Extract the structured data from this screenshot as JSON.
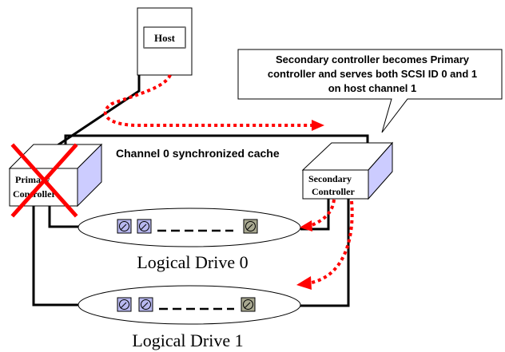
{
  "host": {
    "label": "Host"
  },
  "callout": {
    "lines": [
      "Secondary controller becomes Primary",
      "controller and serves both SCSI ID 0 and 1",
      "on host channel 1"
    ]
  },
  "channel_label": "Channel 0 synchronized cache",
  "primary_controller": {
    "lines": [
      "Primary",
      "Controller"
    ],
    "failed": true
  },
  "secondary_controller": {
    "lines": [
      "Secondary",
      "Controller"
    ]
  },
  "logical_drives": [
    {
      "label": "Logical Drive 0"
    },
    {
      "label": "Logical Drive 1"
    }
  ],
  "colors": {
    "arrow": "#ff0000",
    "failure_x": "#ff0000",
    "box_side": "#ccccff",
    "disk_blue": "#b8b8f0",
    "disk_olive": "#a9a991",
    "line": "#000000"
  }
}
